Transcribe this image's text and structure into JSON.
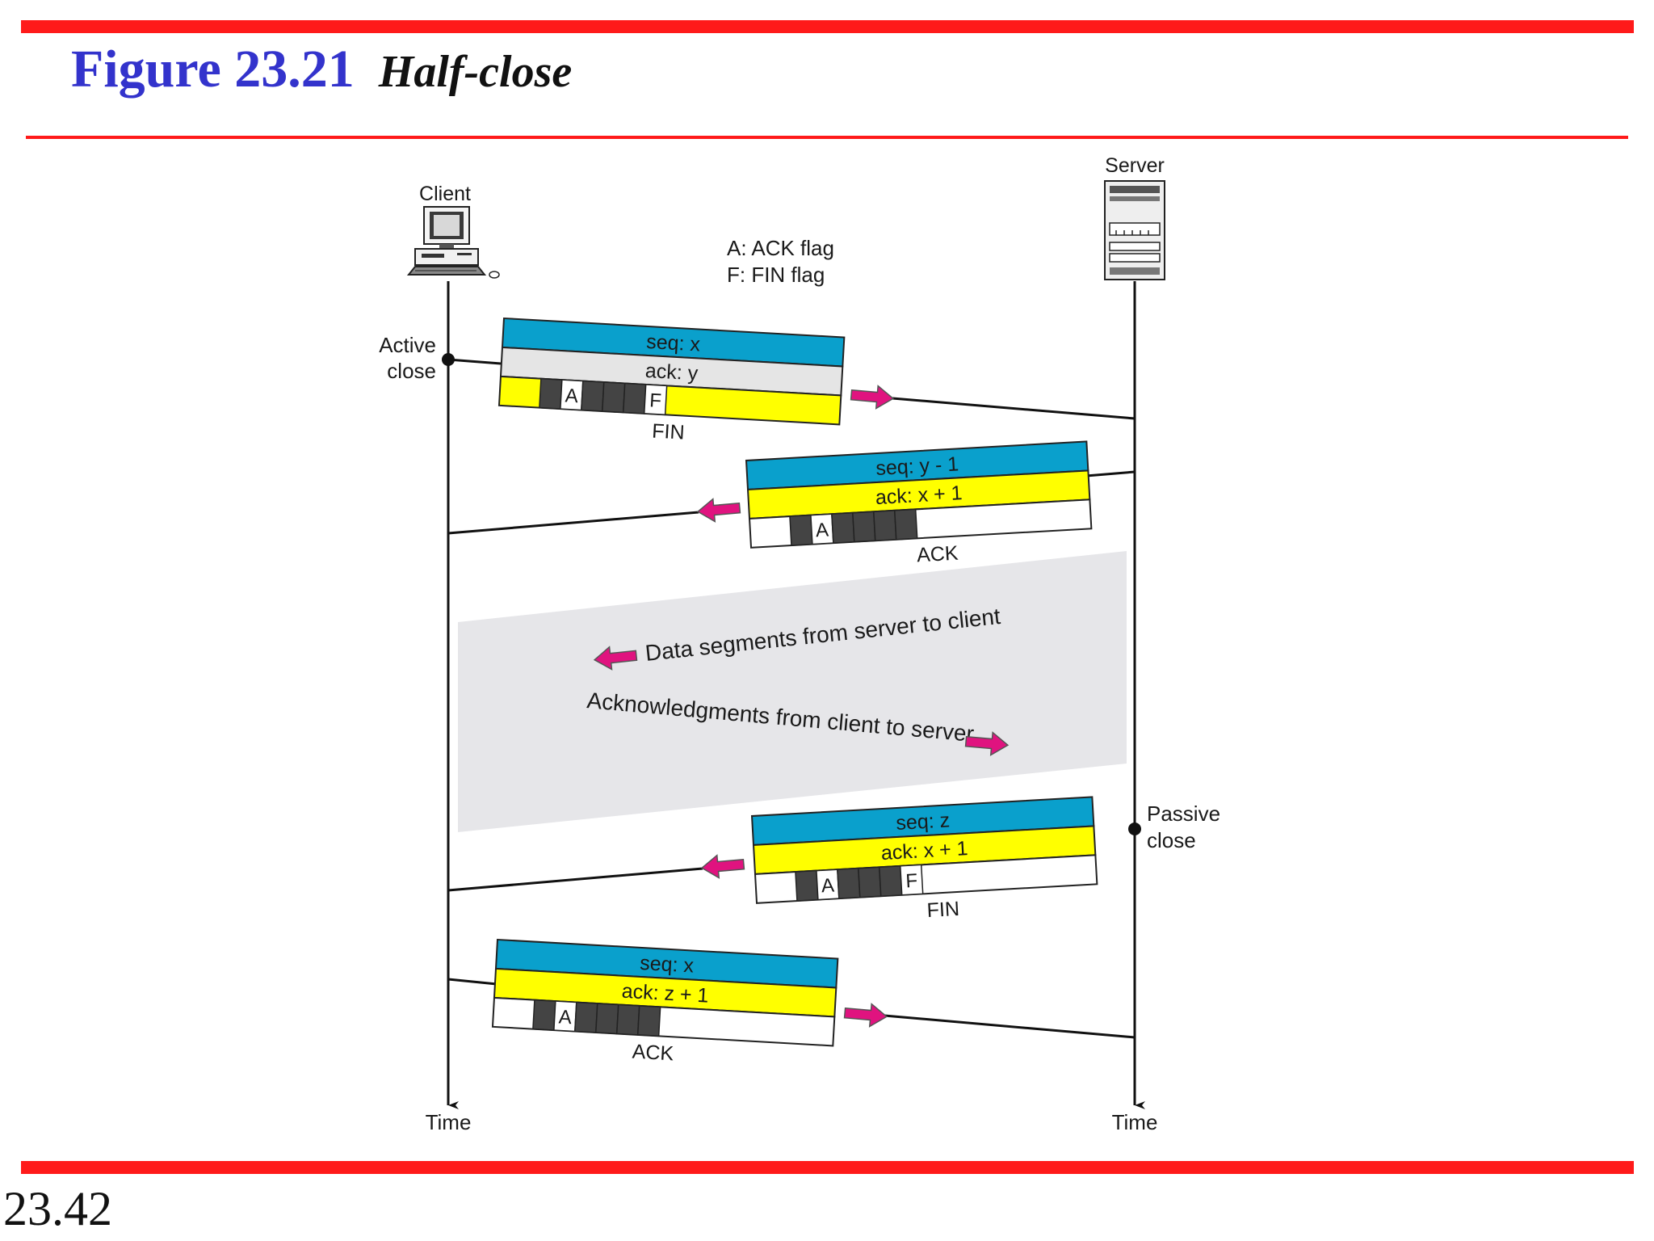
{
  "header": {
    "figure_label": "Figure 23.21",
    "figure_title": "Half-close"
  },
  "footer": {
    "page_number": "23.42"
  },
  "colors": {
    "rule": "#ff1a1a",
    "title_blue": "#3333cc",
    "seq_band": "#0aa0cc",
    "ack_band": "#ffff00",
    "gray_band": "#e5e5e5",
    "flag_dark": "#444444",
    "arrow": "#e0137f",
    "shade": "#e6e6e9"
  },
  "diagram": {
    "client_label": "Client",
    "server_label": "Server",
    "legend": [
      "A: ACK flag",
      "F: FIN flag"
    ],
    "active_close": [
      "Active",
      "close"
    ],
    "passive_close": [
      "Passive",
      "close"
    ],
    "time_client": "Time",
    "time_server": "Time",
    "flag_ack": "A",
    "flag_fin": "F",
    "segments": [
      {
        "seq": "seq: x",
        "ack": "ack: y",
        "type": "FIN"
      },
      {
        "seq": "seq: y - 1",
        "ack": "ack: x + 1",
        "type": "ACK"
      },
      {
        "seq": "seq: z",
        "ack": "ack: x + 1",
        "type": "FIN"
      },
      {
        "seq": "seq: x",
        "ack": "ack: z + 1",
        "type": "ACK"
      }
    ],
    "data_note": "Data segments from server to client",
    "ack_note": "Acknowledgments from client to server"
  }
}
